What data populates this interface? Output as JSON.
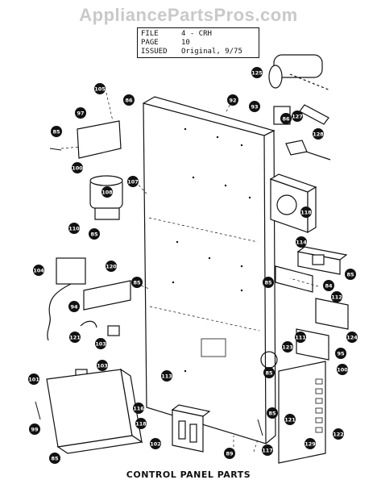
{
  "watermark": "AppliancePartsPros.com",
  "file_info": {
    "file_label": "FILE",
    "file_value": "4 - CRH",
    "page_label": "PAGE",
    "page_value": "10",
    "issued_label": "ISSUED",
    "issued_value": "Original,  9/75"
  },
  "caption": "CONTROL PANEL PARTS",
  "callouts": [
    "105",
    "86",
    "92",
    "93",
    "125",
    "97",
    "85",
    "86",
    "127",
    "128",
    "100",
    "107",
    "108",
    "118",
    "110",
    "85",
    "114",
    "120",
    "104",
    "85",
    "85",
    "94",
    "84",
    "85",
    "112",
    "121",
    "103",
    "111",
    "123",
    "124",
    "95",
    "100",
    "103",
    "85",
    "113",
    "116",
    "118",
    "102",
    "117",
    "89",
    "121",
    "99",
    "85",
    "129",
    "122",
    "85",
    "101"
  ]
}
